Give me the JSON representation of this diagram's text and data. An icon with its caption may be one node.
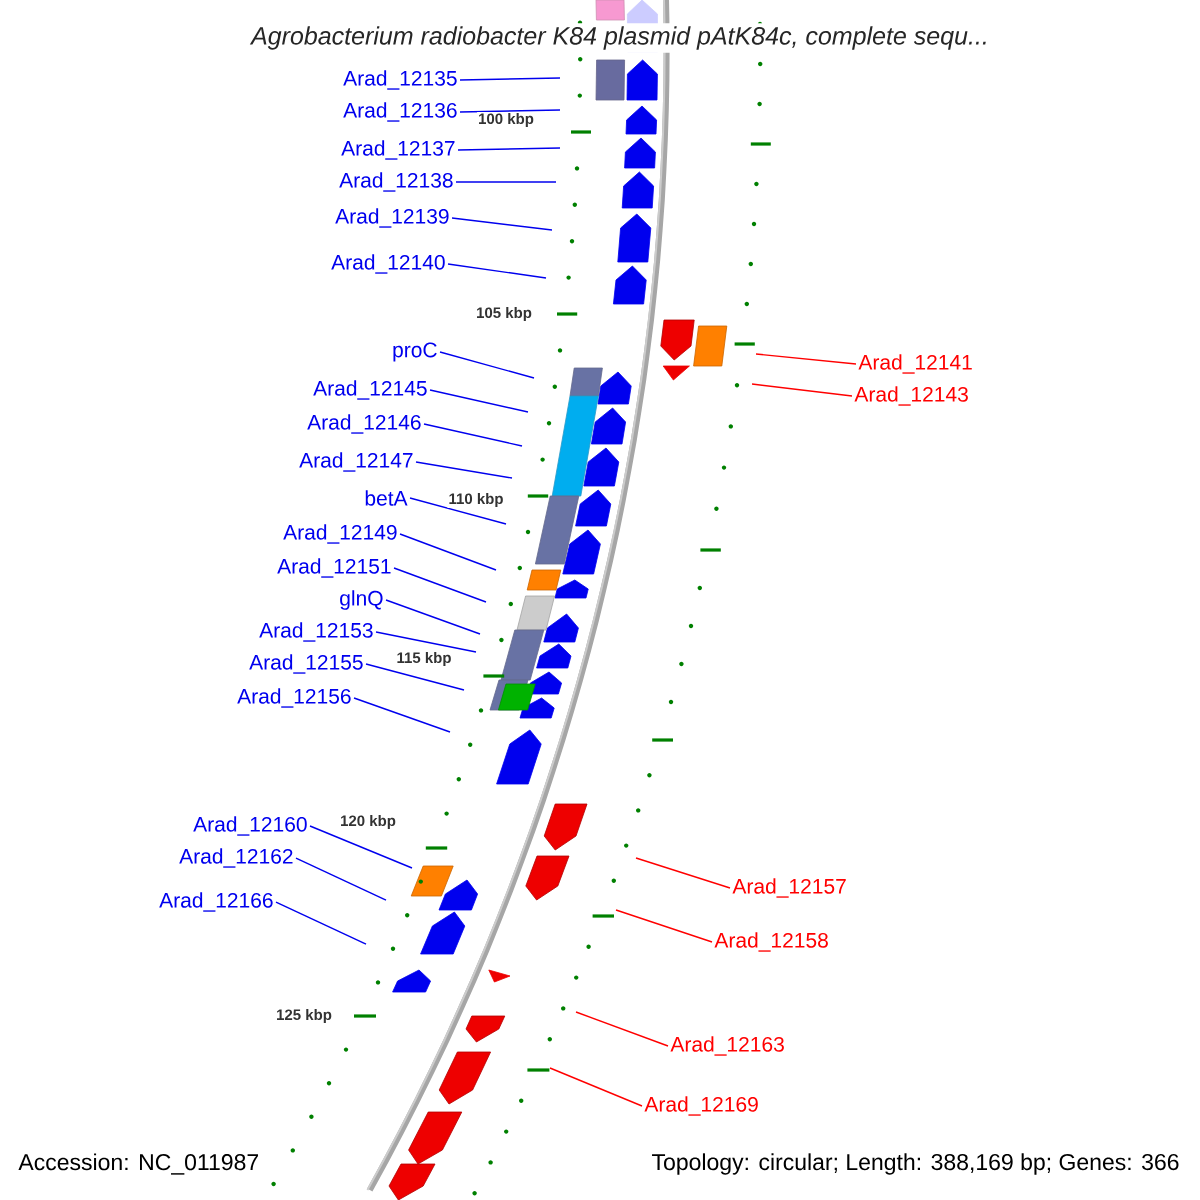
{
  "diagram": {
    "title": "Agrobacterium radiobacter K84 plasmid pAtK84c, complete sequ...",
    "nodes": [
      {
        "text": [
          "Arad_12135"
        ]
      },
      {
        "text": [
          "Arad_12136"
        ]
      },
      {
        "text": [
          "Arad_12137"
        ]
      },
      {
        "text": [
          "Arad_12138"
        ]
      },
      {
        "text": [
          "Arad_12139"
        ]
      },
      {
        "text": [
          "Arad_12140"
        ]
      },
      {
        "text": [
          "Arad_12141"
        ]
      },
      {
        "text": [
          "proC"
        ]
      },
      {
        "text": [
          "Arad_12143"
        ]
      },
      {
        "text": [
          "Arad_12145"
        ]
      },
      {
        "text": [
          "Arad_12146"
        ]
      },
      {
        "text": [
          "Arad_12147"
        ]
      },
      {
        "text": [
          "betA"
        ]
      },
      {
        "text": [
          "Arad_12149"
        ]
      },
      {
        "text": [
          "Arad_12151"
        ]
      },
      {
        "text": [
          "glnQ"
        ]
      },
      {
        "text": [
          "Arad_12153"
        ]
      },
      {
        "text": [
          "Arad_12155"
        ]
      },
      {
        "text": [
          "Arad_12156"
        ]
      },
      {
        "text": [
          "Arad_12160"
        ]
      },
      {
        "text": [
          "Arad_12162"
        ]
      },
      {
        "text": [
          "Arad_12157"
        ]
      },
      {
        "text": [
          "Arad_12166"
        ]
      },
      {
        "text": [
          "Arad_12158"
        ]
      },
      {
        "text": [
          "Arad_12163"
        ]
      },
      {
        "text": [
          "Arad_12169"
        ]
      }
    ],
    "edges": [
      {
        "from": 0,
        "to": null,
        "arrow": "none"
      },
      {
        "from": 1,
        "to": null,
        "arrow": "none"
      },
      {
        "from": 2,
        "to": null,
        "arrow": "none"
      },
      {
        "from": 3,
        "to": null,
        "arrow": "none"
      },
      {
        "from": 4,
        "to": null,
        "arrow": "none"
      },
      {
        "from": 5,
        "to": null,
        "arrow": "none"
      },
      {
        "from": 6,
        "to": null,
        "arrow": "none",
        "color": "#ff0000"
      },
      {
        "from": 7,
        "to": null,
        "arrow": "none"
      },
      {
        "from": 8,
        "to": null,
        "arrow": "none",
        "color": "#ff0000"
      },
      {
        "from": 9,
        "to": null,
        "arrow": "none"
      },
      {
        "from": 10,
        "to": null,
        "arrow": "none"
      },
      {
        "from": 11,
        "to": null,
        "arrow": "none"
      },
      {
        "from": 12,
        "to": null,
        "arrow": "none"
      },
      {
        "from": 13,
        "to": null,
        "arrow": "none"
      },
      {
        "from": 14,
        "to": null,
        "arrow": "none"
      },
      {
        "from": 15,
        "to": null,
        "arrow": "none"
      },
      {
        "from": 16,
        "to": null,
        "arrow": "none"
      },
      {
        "from": 17,
        "to": null,
        "arrow": "none"
      },
      {
        "from": 18,
        "to": null,
        "arrow": "none"
      },
      {
        "from": 19,
        "to": null,
        "arrow": "none"
      },
      {
        "from": 20,
        "to": null,
        "arrow": "none"
      },
      {
        "from": 21,
        "to": null,
        "arrow": "none",
        "color": "#ff0000"
      },
      {
        "from": 22,
        "to": null,
        "arrow": "none"
      },
      {
        "from": 23,
        "to": null,
        "arrow": "none",
        "color": "#ff0000"
      },
      {
        "from": 24,
        "to": null,
        "arrow": "none",
        "color": "#ff0000"
      },
      {
        "from": 25,
        "to": null,
        "arrow": "none",
        "color": "#ff0000"
      }
    ],
    "labels": [
      "100 kbp",
      "105 kbp",
      "110 kbp",
      "115 kbp",
      "120 kbp",
      "125 kbp",
      "Accession: NC_011987",
      "Topology: circular; Length: 388,169 bp; Genes: 366"
    ]
  }
}
